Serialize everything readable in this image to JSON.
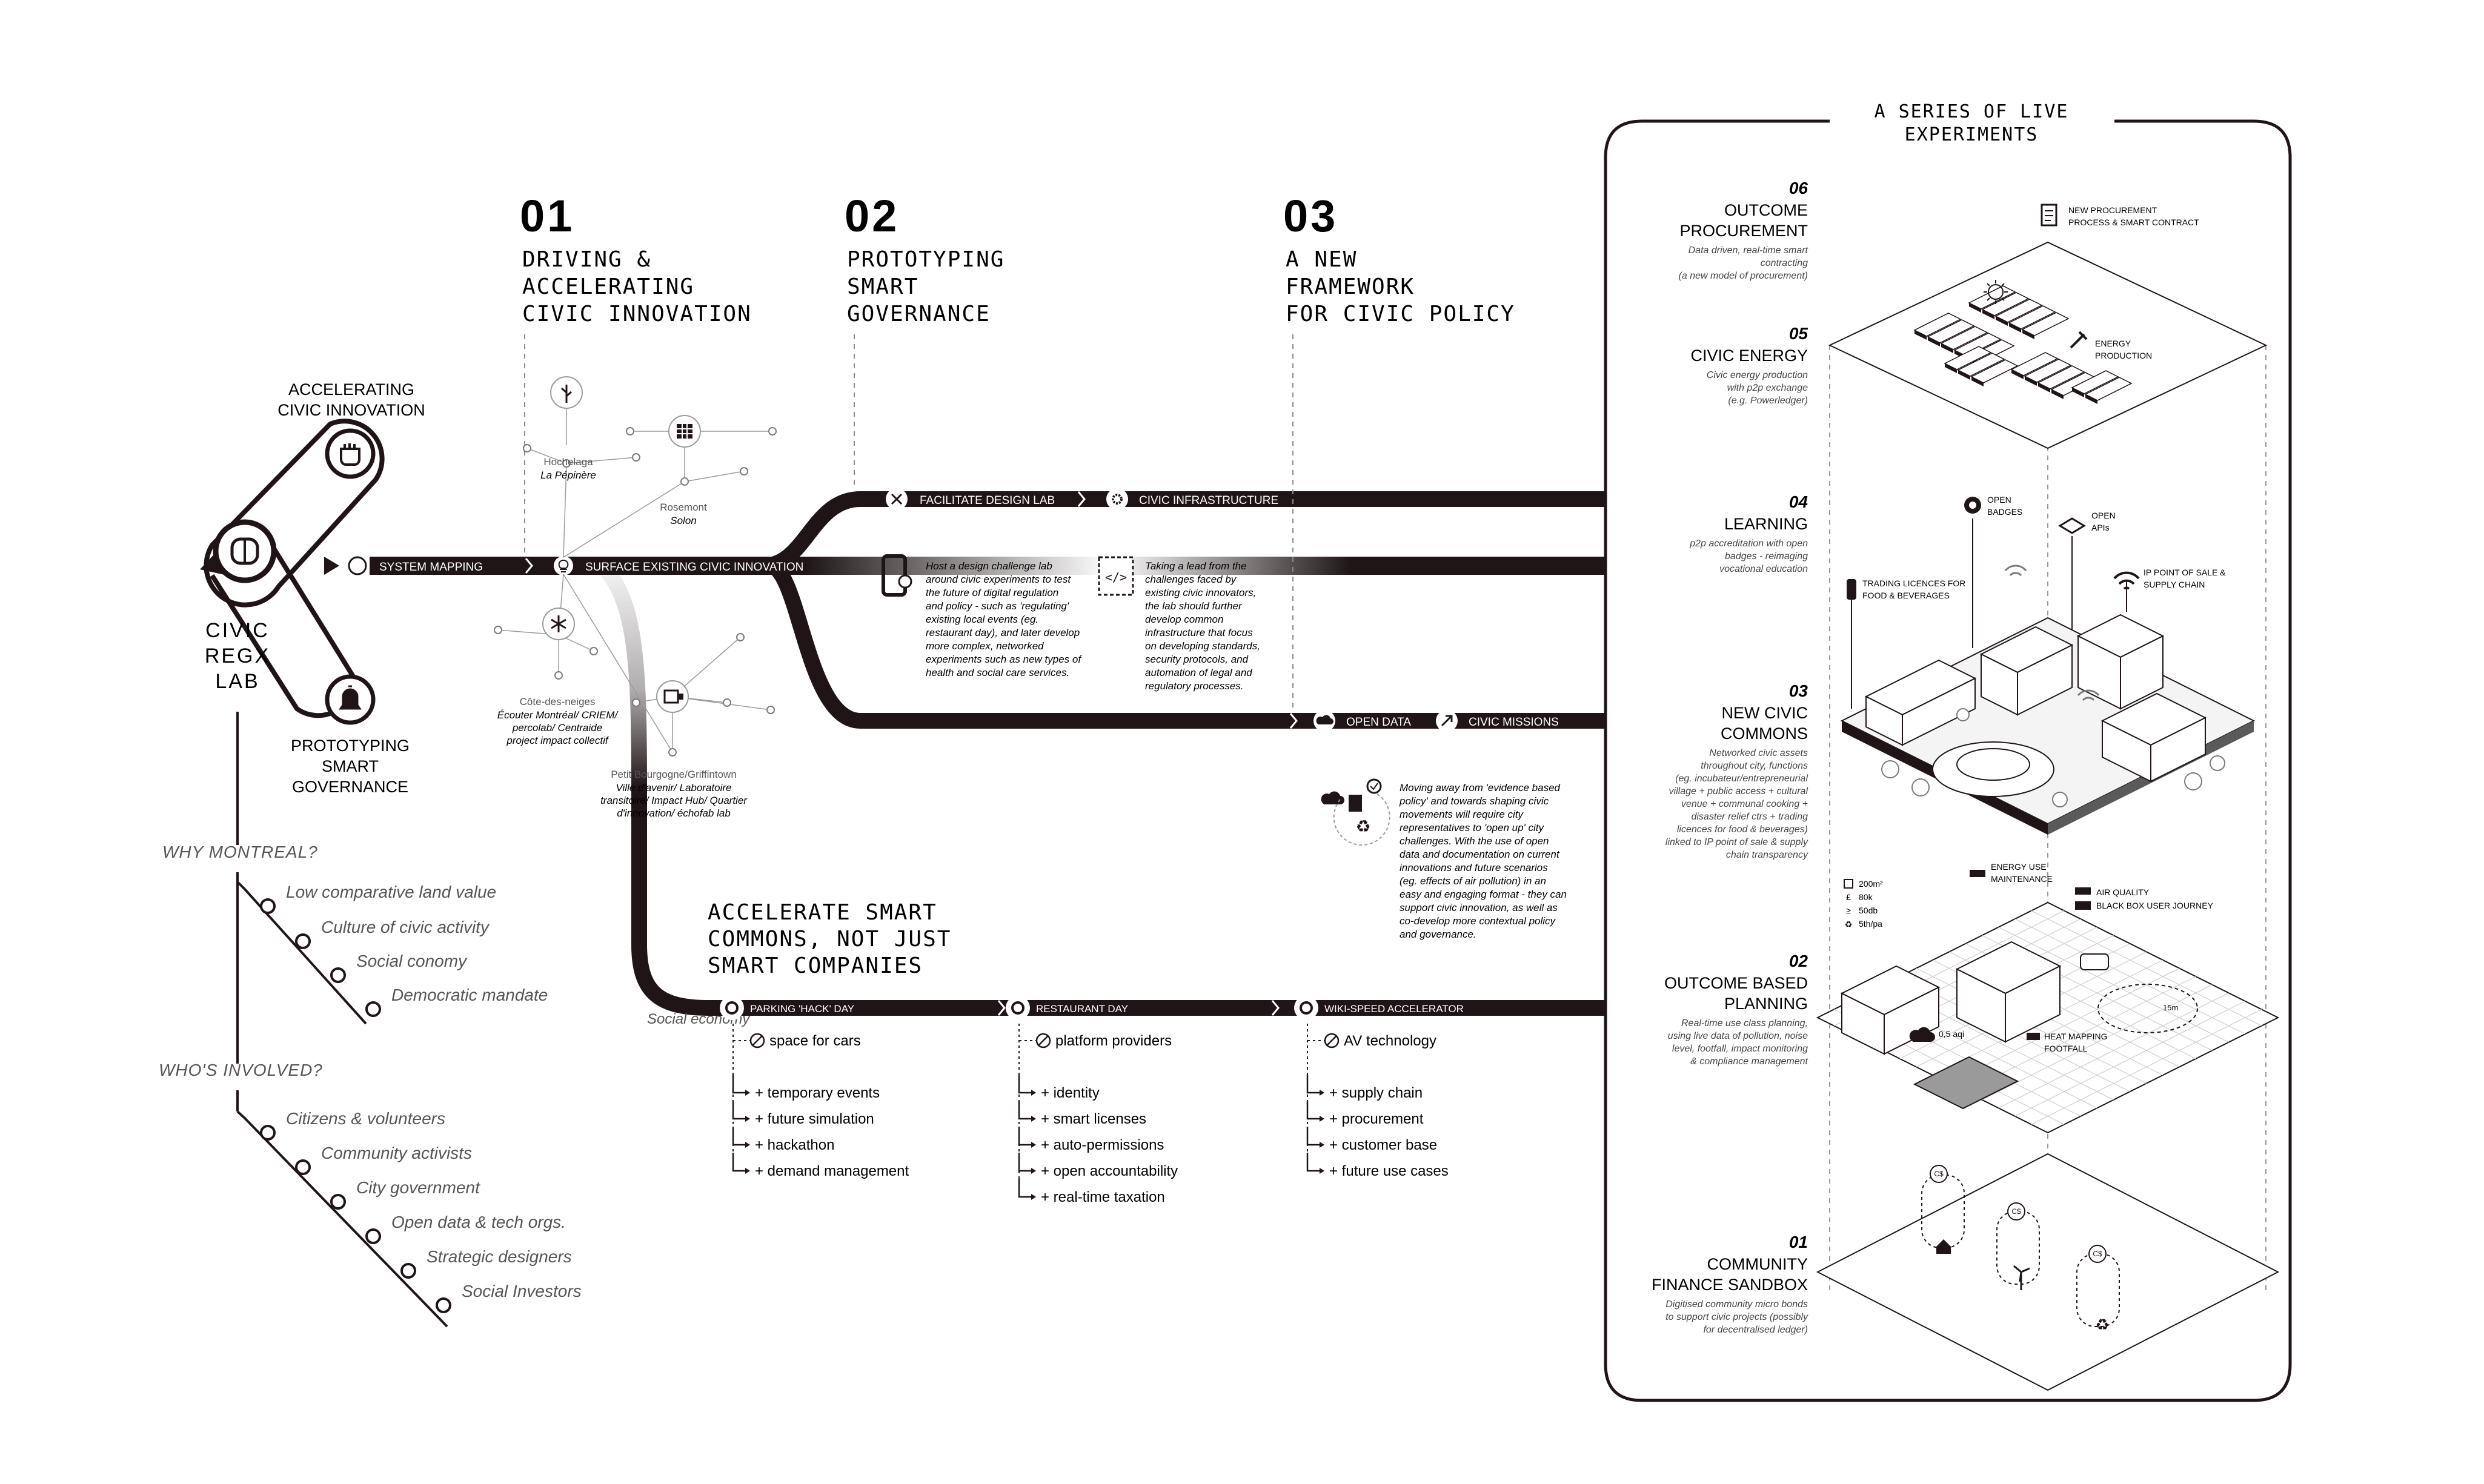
{
  "colors": {
    "ink": "#1a1414",
    "track": "#1f1516",
    "grey": "#8c8c8c",
    "light": "#cfcfcf"
  },
  "lab": {
    "title_lines": [
      "CIVIC",
      "REGX",
      "LAB"
    ],
    "top_label": [
      "ACCELERATING",
      "CIVIC INNOVATION"
    ],
    "bottom_label": [
      "PROTOTYPING",
      "SMART",
      "GOVERNANCE"
    ]
  },
  "phases": [
    {
      "num": "01",
      "lines": [
        "DRIVING &",
        "ACCELERATING",
        "CIVIC INNOVATION"
      ]
    },
    {
      "num": "02",
      "lines": [
        "PROTOTYPING",
        "SMART",
        "GOVERNANCE"
      ]
    },
    {
      "num": "03",
      "lines": [
        "A NEW",
        "FRAMEWORK",
        "FOR CIVIC POLICY"
      ]
    }
  ],
  "tracks": {
    "system_mapping": "SYSTEM MAPPING",
    "surface": "SURFACE EXISTING CIVIC INNOVATION",
    "design_lab": "FACILITATE DESIGN LAB",
    "infrastructure": "CIVIC INFRASTRUCTURE",
    "open_data": "OPEN DATA",
    "missions": "CIVIC MISSIONS"
  },
  "nodes": [
    {
      "lines": [
        "Hochelaga"
      ],
      "ital": [
        "La Pépinère"
      ]
    },
    {
      "lines": [
        "Rosemont"
      ],
      "ital": [
        "Solon"
      ]
    },
    {
      "lines": [
        "Côte-des-neiges"
      ],
      "ital": [
        "Écouter Montréal/ CRIEM/",
        "percolab/ Centraide",
        "project impact collectif"
      ]
    },
    {
      "lines": [
        "Petit Bourgogne/Griffintown"
      ],
      "ital": [
        "Ville d'avenir/ Laboratoire",
        "transitoire/ Impact Hub/ Quartier",
        "d'innovation/ échofab lab"
      ]
    }
  ],
  "notes": {
    "design_lab": [
      "Host a design challenge lab",
      "around civic experiments to test",
      "the future of digital regulation",
      "and policy - such as 'regulating'",
      "existing local events (eg.",
      "restaurant day), and later develop",
      "more complex, networked",
      "experiments such as new types of",
      "health and social care services."
    ],
    "infrastructure": [
      "Taking a lead from the",
      "challenges faced by",
      "existing civic innovators,",
      "the lab should further",
      "develop common",
      "infrastructure that focus",
      "on developing standards,",
      "security protocols, and",
      "automation of legal and",
      "regulatory processes."
    ],
    "open_data": [
      "Moving away from 'evidence based",
      "policy' and towards shaping civic",
      "movements will require city",
      "representatives to 'open up' city",
      "challenges. With the use of open",
      "data and documentation on current",
      "innovations and future scenarios",
      "(eg. effects of air pollution) in an",
      "easy and engaging format - they can",
      "support civic innovation, as well as",
      "co-develop more contextual policy",
      "and governance."
    ]
  },
  "why": {
    "title": "WHY MONTREAL?",
    "items": [
      "Low comparative land value",
      "Culture of civic activity",
      "Social conomy",
      "Democratic mandate"
    ]
  },
  "who": {
    "title": "WHO'S INVOLVED?",
    "items": [
      "Citizens & volunteers",
      "Community activists",
      "City government",
      "Open data & tech orgs.",
      "Strategic designers",
      "Social Investors"
    ]
  },
  "accelerate": {
    "title_lines": [
      "ACCELERATE SMART",
      "COMMONS, NOT JUST",
      "SMART COMPANIES"
    ],
    "side_label": "Social economy",
    "columns": [
      {
        "label": "PARKING 'HACK' DAY",
        "minus": "space for cars",
        "plus": [
          "+ temporary events",
          "+ future simulation",
          "+ hackathon",
          "+ demand management"
        ]
      },
      {
        "label": "RESTAURANT DAY",
        "minus": "platform providers",
        "plus": [
          "+ identity",
          "+ smart licenses",
          "+ auto-permissions",
          "+ open accountability",
          "+ real-time taxation"
        ]
      },
      {
        "label": "WIKI-SPEED ACCELERATOR",
        "minus": "AV technology",
        "plus": [
          "+ supply chain",
          "+ procurement",
          "+ customer base",
          "+ future use cases"
        ]
      }
    ]
  },
  "panel": {
    "title_lines": [
      "A SERIES OF  LIVE",
      "EXPERIMENTS"
    ],
    "sections": [
      {
        "num": "06",
        "title": [
          "OUTCOME",
          "PROCUREMENT"
        ],
        "desc": [
          "Data driven, real-time smart",
          "contracting",
          "(a new model of procurement)"
        ]
      },
      {
        "num": "05",
        "title": [
          "CIVIC ENERGY"
        ],
        "desc": [
          "Civic energy production",
          "with p2p exchange",
          "(e.g. Powerledger)"
        ]
      },
      {
        "num": "04",
        "title": [
          "LEARNING"
        ],
        "desc": [
          "p2p accreditation  with open",
          "badges - reimaging",
          "vocational education"
        ]
      },
      {
        "num": "03",
        "title": [
          "NEW CIVIC",
          "COMMONS"
        ],
        "desc": [
          "Networked civic assets",
          "throughout city, functions",
          "(eg. incubateur/entrepreneurial",
          "village + public access + cultural",
          "venue + communal cooking +",
          "disaster relief ctrs + trading",
          "licences for food & beverages)",
          "linked to IP point of sale & supply",
          "chain transparency"
        ]
      },
      {
        "num": "02",
        "title": [
          "OUTCOME BASED",
          "PLANNING"
        ],
        "desc": [
          "Real-time use class planning,",
          "using live data of pollution, noise",
          "level, footfall, impact monitoring",
          "& compliance management"
        ]
      },
      {
        "num": "01",
        "title": [
          "COMMUNITY",
          "FINANCE SANDBOX"
        ],
        "desc": [
          "Digitised community micro bonds",
          "to support civic projects (possibly",
          "for decentralised ledger)"
        ]
      }
    ],
    "labels": {
      "procurement": [
        "NEW PROCUREMENT",
        "PROCESS & SMART CONTRACT"
      ],
      "energy": [
        "ENERGY",
        "PRODUCTION"
      ],
      "badges": [
        "OPEN",
        "BADGES"
      ],
      "apis": [
        "OPEN",
        "APIs"
      ],
      "ip": [
        "IP POINT OF SALE &",
        "SUPPLY CHAIN"
      ],
      "trading": [
        "TRADING LICENCES FOR",
        "FOOD & BEVERAGES"
      ],
      "energy_use": [
        "ENERGY USE",
        "MAINTENANCE"
      ],
      "air": "AIR QUALITY",
      "blackbox": "BLACK BOX USER JOURNEY",
      "heat": [
        "HEAT MAPPING",
        "FOOTFALL"
      ],
      "co2": "0,5 aqi",
      "radius": "15m",
      "stats": [
        "200m²",
        "80k",
        "50db",
        "5th/pa"
      ]
    }
  }
}
